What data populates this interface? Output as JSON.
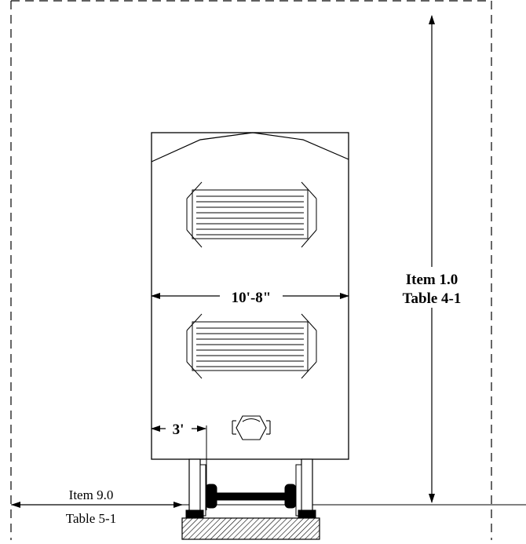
{
  "drawing": {
    "car_width_label": "10'-8\"",
    "offset_label": "3'",
    "vertical_ref": {
      "line1": "Item 1.0",
      "line2": "Table 4-1"
    },
    "horizontal_ref": {
      "line1": "Item 9.0",
      "line2": "Table 5-1"
    }
  }
}
